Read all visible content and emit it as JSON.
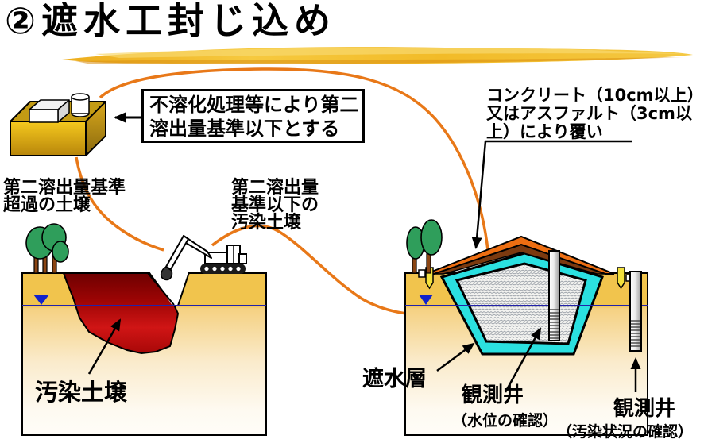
{
  "title": "②遮水工封じ込め",
  "annotations": {
    "treatment_note": {
      "line1": "不溶化処理等により第二",
      "line2": "溶出量基準以下とする"
    },
    "cover_note": {
      "line1": "コンクリート（10cm以上）",
      "line2": "又はアスファルト（3cm以",
      "line3": "上）により覆い"
    },
    "exceed_soil": {
      "line1": "第二溶出量基準",
      "line2": "超過の土壌"
    },
    "below_soil": {
      "line1": "第二溶出量",
      "line2": "基準以下の",
      "line3": "汚染土壌"
    },
    "contaminated_soil": "汚染土壌",
    "barrier_layer": "遮水層",
    "well_center": "観測井",
    "well_center_sub": "（水位の確認）",
    "well_right": "観測井",
    "well_right_sub": "（汚染状況の確認）"
  },
  "colors": {
    "flow_arrow_orange": "#E87818",
    "ground_gold": "#F1C44D",
    "contaminated_red": "#C00000",
    "barrier_cyan": "#2BE0E0",
    "cap_orange": "#ED6E12",
    "cap_brown": "#7B3A10",
    "water_line_navy": "#2222AA",
    "brush_stroke_gold": "#F2BB28"
  }
}
